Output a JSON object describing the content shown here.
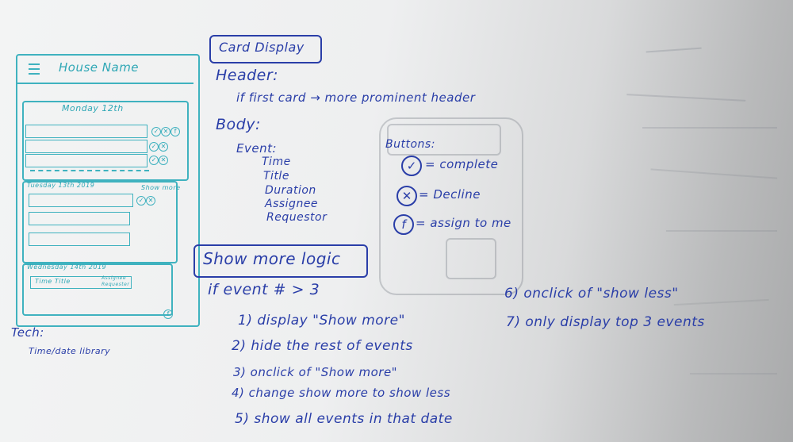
{
  "mockup": {
    "house_name": "House Name",
    "date1": "Monday 12th",
    "date2": "Tuesday 13th 2019",
    "show_more": "Show more",
    "date3": "Wednesday 14th 2019",
    "time_title": "Time Title",
    "assignee": "Assignee",
    "requester": "Requester"
  },
  "tech": {
    "label": "Tech:",
    "item": "Time/date library"
  },
  "card_display": {
    "title": "Card Display",
    "header_label": "Header:",
    "header_rule": "if first card → more prominent header",
    "body_label": "Body:",
    "event_label": "Event:",
    "fields": [
      "Time",
      "Title",
      "Duration",
      "Assignee",
      "Requestor"
    ],
    "buttons_label": "Buttons:",
    "buttons": [
      {
        "glyph": "✓",
        "text": "= complete"
      },
      {
        "glyph": "✕",
        "text": "= Decline"
      },
      {
        "glyph": "f",
        "text": "= assign to me"
      }
    ]
  },
  "show_more_logic": {
    "title": "Show more logic",
    "condition": "if event # > 3",
    "steps": [
      "1) display \"Show more\"",
      "2) hide the rest of events",
      "3) onclick of \"Show more\"",
      "4) change show more to show less",
      "5) show all events in that date",
      "6) onclick of \"show less\"",
      "7) only display top 3 events"
    ]
  },
  "colors": {
    "blue_marker": "#2a3ea8",
    "teal_marker": "#3fb2bf",
    "board": "#eef0f0"
  }
}
